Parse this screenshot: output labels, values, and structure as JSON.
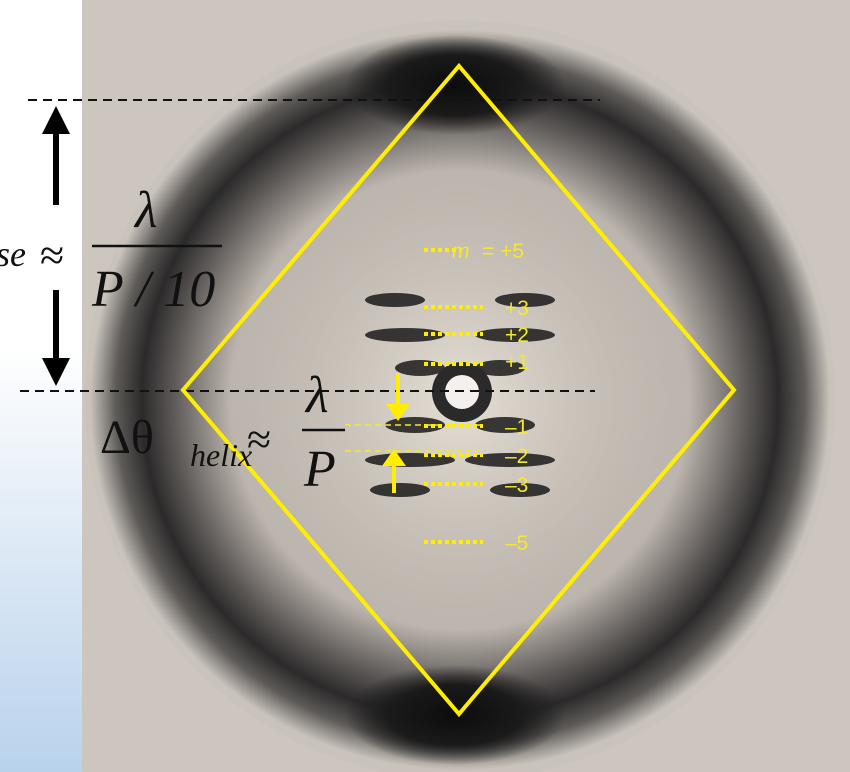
{
  "colors": {
    "diamond": "#ffee00",
    "label_yellow": "#f5ea2a",
    "background_photo": "#ccc6bf",
    "dark_ring": "#1c1c1c",
    "arrow_black": "#000000",
    "dashed_line": "#111111"
  },
  "formula_base": {
    "left_partial": "se",
    "approx": "≈",
    "numerator": "λ",
    "denominator": "P / 10"
  },
  "formula_helix": {
    "delta_theta": "Δθ",
    "subscript": "helix",
    "approx": "≈",
    "numerator": "λ",
    "denominator": "P"
  },
  "layer_lines": {
    "m_symbol": "m",
    "m_equals": "= +5",
    "labels": [
      "+3",
      "+2",
      "+1",
      "–1",
      "–2",
      "–3",
      "–5"
    ]
  }
}
